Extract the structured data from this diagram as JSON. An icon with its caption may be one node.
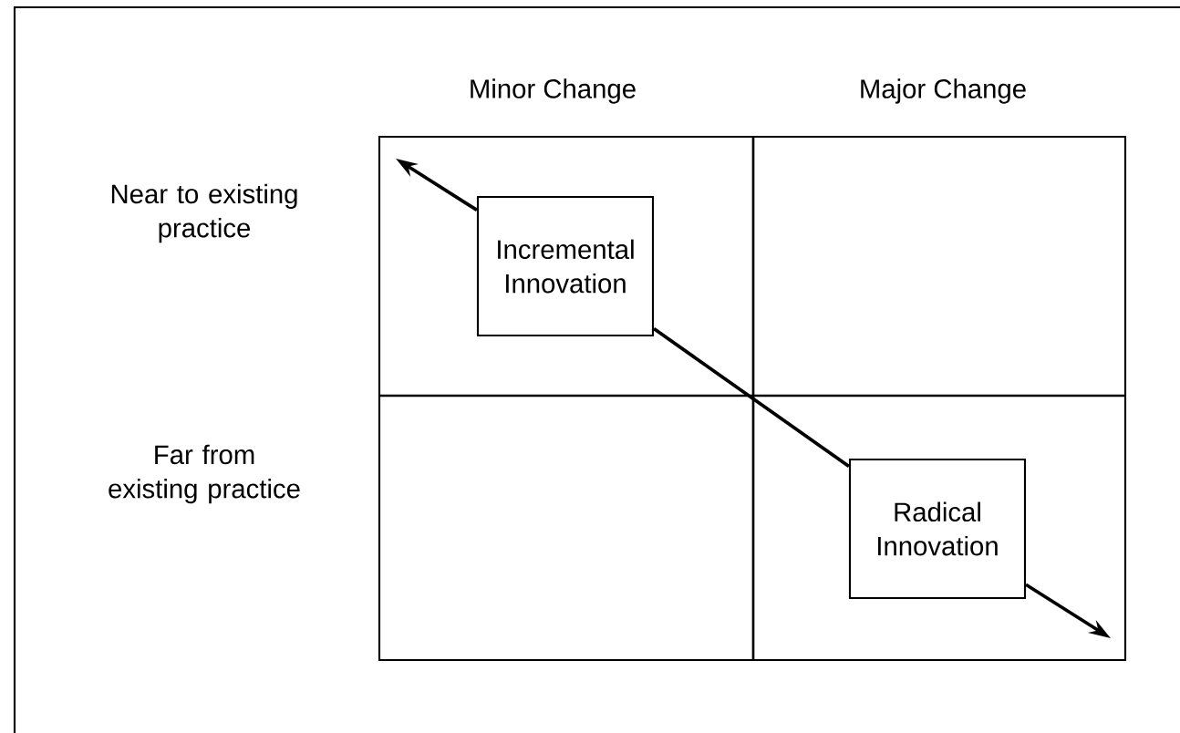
{
  "diagram": {
    "nodes": [
      {
        "text": [
          "Incremental Innovation"
        ]
      },
      {
        "text": [
          "Radical Innovation"
        ]
      }
    ],
    "edges": [
      {
        "from": 0,
        "to": null,
        "arrow": "to"
      },
      {
        "from": 0,
        "to": 1,
        "arrow": "none"
      },
      {
        "from": 1,
        "to": null,
        "arrow": "to"
      }
    ],
    "labels": [
      "Minor Change",
      "Major Change",
      "Near to existing practice",
      "Far from existing practice"
    ]
  }
}
